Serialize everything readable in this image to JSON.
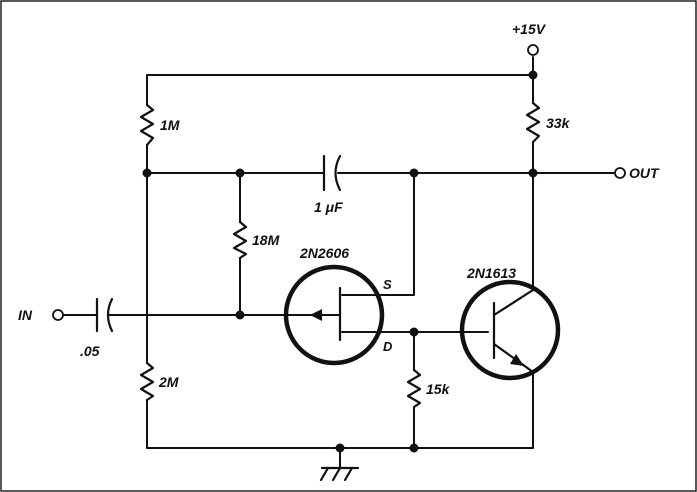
{
  "supply": {
    "label": "+15V"
  },
  "terminals": {
    "input": "IN",
    "output": "OUT"
  },
  "resistors": {
    "r_top_left": "1M",
    "r_bias": "18M",
    "r_bottom_left": "2M",
    "r_collector": "33k",
    "r_drain": "15k"
  },
  "capacitors": {
    "c_input": ".05",
    "c_feedback": "1 μF"
  },
  "transistors": {
    "fet": {
      "part": "2N2606",
      "source_pin": "S",
      "drain_pin": "D"
    },
    "bjt": {
      "part": "2N1613"
    }
  }
}
